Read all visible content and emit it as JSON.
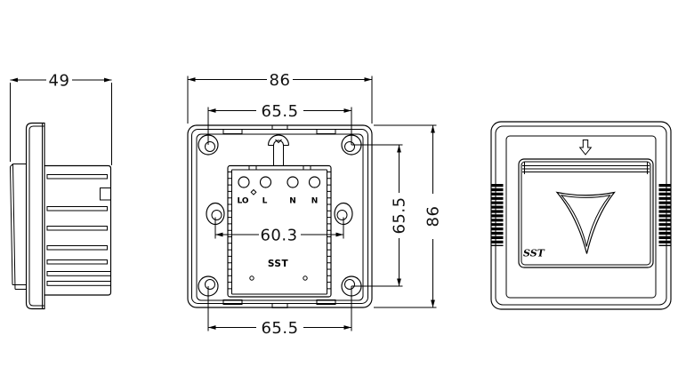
{
  "side_view": {
    "depth_dim": "49"
  },
  "back_view": {
    "top_outer_dim": "86",
    "top_holes_dim": "65.5",
    "center_holes_dim": "60.3",
    "right_holes_dim": "65.5",
    "right_outer_dim": "86",
    "bottom_holes_dim": "65.5",
    "terminal_labels": [
      "LO",
      "L",
      "N",
      "N"
    ],
    "brand": "SST"
  },
  "front_view": {
    "brand": "SST"
  },
  "colors": {
    "line": "#000000",
    "background": "#ffffff"
  }
}
